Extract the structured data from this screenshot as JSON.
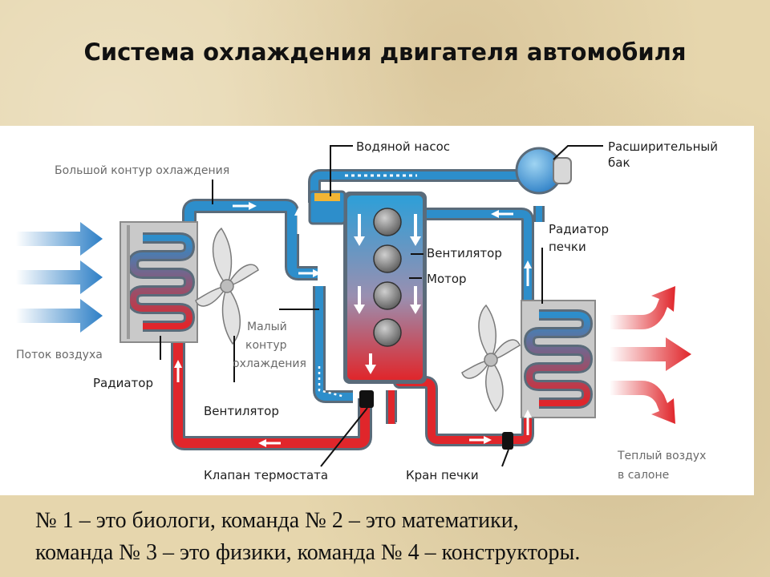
{
  "slide": {
    "title": "Система охлаждения двигателя автомобиля",
    "caption_line1": "№ 1 – это биологи, команда № 2 – это математики,",
    "caption_line2": "команда № 3 – это физики, команда № 4 – конструкторы."
  },
  "diagram": {
    "labels": {
      "water_pump": "Водяной насос",
      "expansion_tank_line1": "Расширительный",
      "expansion_tank_line2": "бак",
      "big_circuit": "Большой контур охлаждения",
      "heater_radiator_line1": "Радиатор",
      "heater_radiator_line2": "печки",
      "fan_right": "Вентилятор",
      "motor": "Мотор",
      "small_circuit_line1": "Малый",
      "small_circuit_line2": "контур",
      "small_circuit_line3": "охлаждения",
      "airflow": "Поток воздуха",
      "radiator": "Радиатор",
      "fan_left": "Вентилятор",
      "thermostat": "Клапан термостата",
      "heater_valve": "Кран печки",
      "warm_air_line1": "Теплый воздух",
      "warm_air_line2": "в салоне"
    },
    "colors": {
      "cold_pipe": "#2d8ecb",
      "hot_pipe": "#e0262b",
      "pipe_outline": "#5a6b7a"
    }
  }
}
